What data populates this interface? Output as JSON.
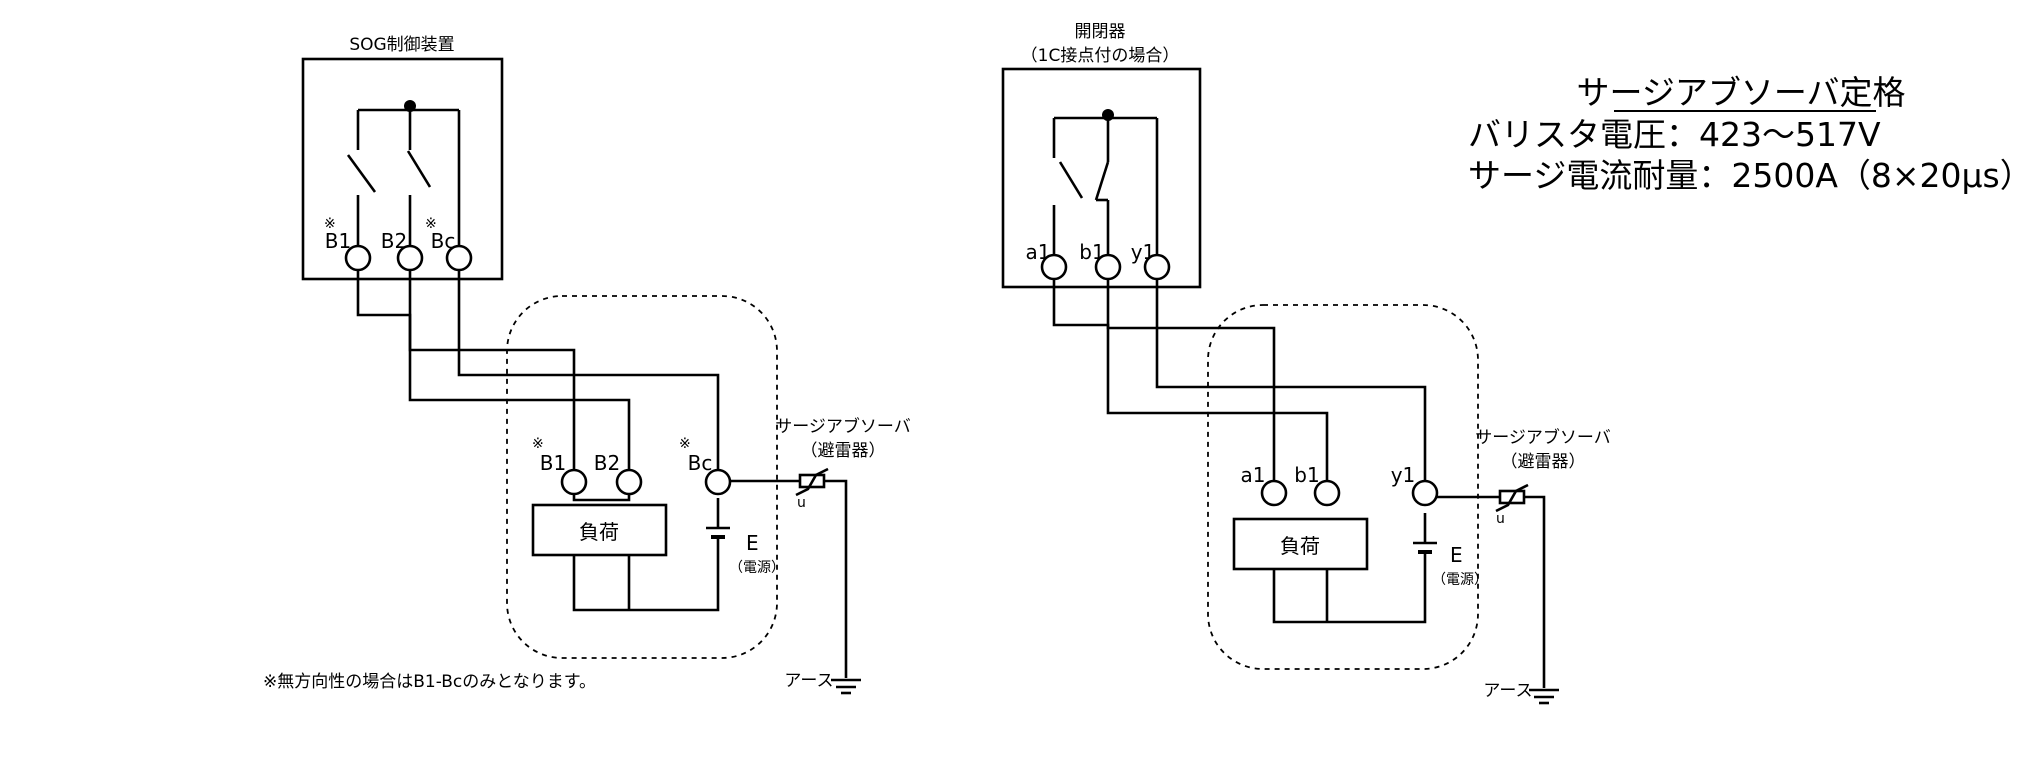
{
  "left": {
    "device_label": "SOG制御装置",
    "terminals": [
      "B1",
      "B2",
      "Bc"
    ],
    "terminal_mark": "※",
    "load_terminals": [
      "B1",
      "B2",
      "Bc"
    ],
    "load_label": "負荷",
    "supply_label": "E",
    "supply_sub": "（電源）",
    "absorber_label": "サージアブソーバ",
    "absorber_sub": "（避雷器）",
    "absorber_u": "u",
    "earth_label": "アース",
    "note": "※無方向性の場合はB1-Bcのみとなります。"
  },
  "right": {
    "device_label": "開閉器",
    "device_sub": "（1C接点付の場合）",
    "terminals": [
      "a1",
      "b1",
      "y1"
    ],
    "load_terminals": [
      "a1",
      "b1",
      "y1"
    ],
    "load_label": "負荷",
    "supply_label": "E",
    "supply_sub": "（電源）",
    "absorber_label": "サージアブソーバ",
    "absorber_sub": "（避雷器）",
    "absorber_u": "u",
    "earth_label": "アース"
  },
  "rating": {
    "title": "サージアブソーバ定格",
    "line1": "バリスタ電圧：423～517V",
    "line2": "サージ電流耐量：2500A（8×20μs）"
  }
}
